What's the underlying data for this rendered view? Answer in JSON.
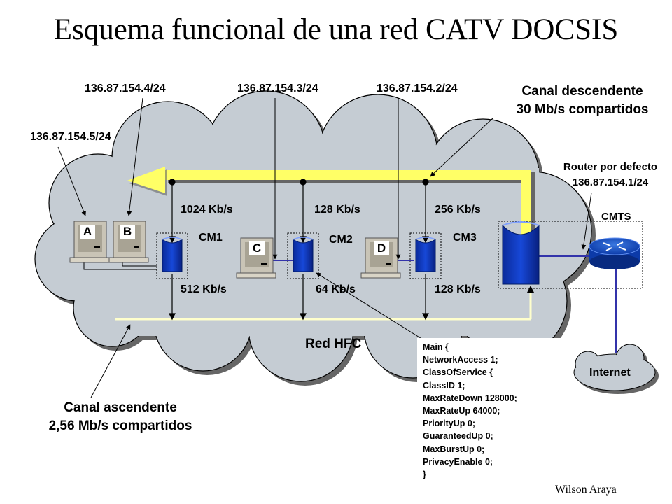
{
  "title": "Esquema funcional de una red CATV DOCSIS",
  "author": "Wilson Araya",
  "ip_labels": {
    "ip_a": "136.87.154.5/24",
    "ip_b": "136.87.154.4/24",
    "ip_c": "136.87.154.3/24",
    "ip_d": "136.87.154.2/24"
  },
  "downstream": {
    "line1": "Canal descendente",
    "line2": "30 Mb/s compartidos"
  },
  "upstream": {
    "line1": "Canal ascendente",
    "line2": "2,56 Mb/s compartidos"
  },
  "router": {
    "line1": "Router por defecto",
    "line2": "136.87.154.1/24"
  },
  "cmts_label": "CMTS",
  "internet_label": "Internet",
  "hfc_label": "Red HFC",
  "modems": [
    {
      "name": "CM1",
      "down_rate": "1024 Kb/s",
      "up_rate": "512 Kb/s"
    },
    {
      "name": "CM2",
      "down_rate": "128 Kb/s",
      "up_rate": "64 Kb/s"
    },
    {
      "name": "CM3",
      "down_rate": "256 Kb/s",
      "up_rate": "128 Kb/s"
    }
  ],
  "pcs": [
    "A",
    "B",
    "C",
    "D"
  ],
  "config_lines": [
    "Main {",
    "NetworkAccess 1;",
    "ClassOfService {",
    "ClassID 1;",
    "MaxRateDown 128000;",
    "MaxRateUp 64000;",
    "PriorityUp 0;",
    "GuaranteedUp 0;",
    "MaxBurstUp 0;",
    "PrivacyEnable 0;",
    "}"
  ],
  "colors": {
    "cloud_fill": "#c5ccd3",
    "downstream_arrow": "#ffff66",
    "modem_blue": "#0033cc",
    "link_blue": "#3333aa"
  }
}
